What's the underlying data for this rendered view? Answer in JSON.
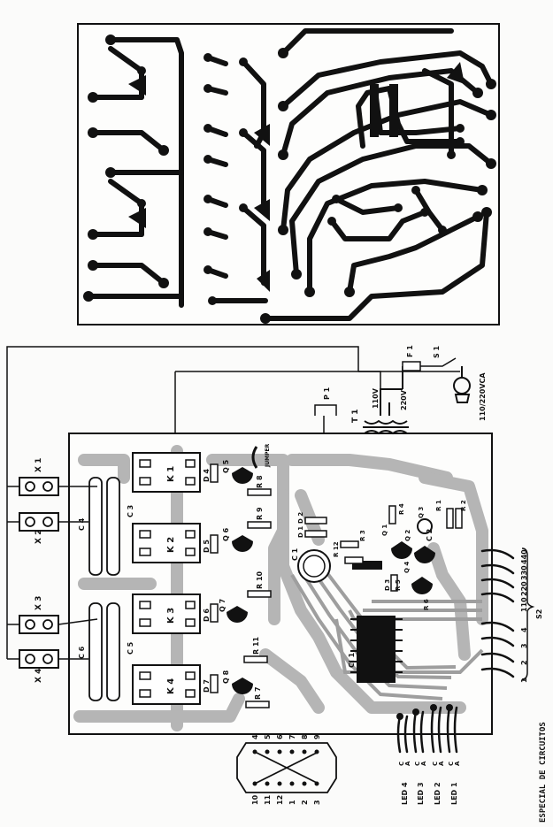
{
  "diagram": {
    "terminals": [
      "X 1",
      "X 2",
      "X 3",
      "X 4"
    ],
    "relays": [
      "K 1",
      "K 2",
      "K 3",
      "K 4"
    ],
    "capacitors_left": [
      "C 3",
      "C 4",
      "C 5",
      "C 6"
    ],
    "diodes": [
      "D 4",
      "D 5",
      "D 6",
      "D 7"
    ],
    "transistors": [
      "Q 5",
      "Q 6",
      "Q 7",
      "Q 8"
    ],
    "resistors": [
      "R 8",
      "R 9",
      "R 10",
      "R 11",
      "R 7"
    ],
    "jumper": "JUMPER",
    "transformer": "T 1",
    "fuse": "F 1",
    "switch": "S 1",
    "plug": "110/220VCA",
    "v110": "110V",
    "v220": "220V",
    "voltage_tap": "P 1",
    "center_caps": [
      "C 1",
      "C 2"
    ],
    "center_diodes": [
      "D 1",
      "D 2",
      "D 3"
    ],
    "center_transistors": [
      "Q 1",
      "Q 2",
      "Q 3",
      "Q 4"
    ],
    "center_resistors": [
      "R 1",
      "R 2",
      "R 3",
      "R 4",
      "R 5",
      "R 6",
      "R 12"
    ],
    "ic": "CI 1",
    "inputs": [
      "1",
      "2",
      "3",
      "4",
      "110",
      "220",
      "330",
      "440"
    ],
    "input_group": "S2",
    "leds": [
      "LED 4",
      "LED 3",
      "LED 2",
      "LED 1"
    ],
    "led_pins": [
      "C",
      "A"
    ],
    "connector_pins_top": [
      "4",
      "5",
      "6",
      "7",
      "8",
      "9"
    ],
    "connector_pins_bottom": [
      "10",
      "11",
      "12",
      "1",
      "2",
      "3"
    ],
    "page_corner": "ESPECIAL DE CIRCUITOS"
  }
}
